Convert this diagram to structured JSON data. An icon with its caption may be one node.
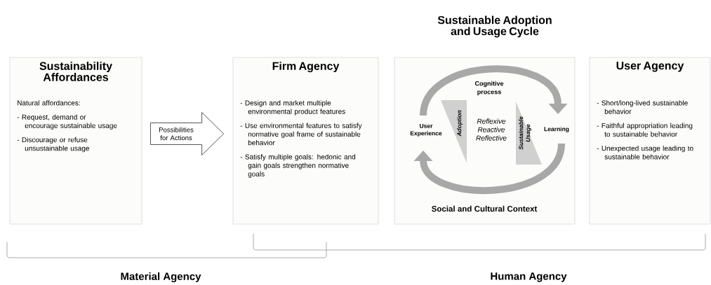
{
  "diagram": {
    "nodes": [
      {
        "text": [
          "Sustainability Affordances",
          "Natural affordances:",
          "- Request, demand or encourage sustainable usage",
          "- Discourage or refuse unsustainable usage"
        ]
      },
      {
        "text": [
          "Firm Agency",
          "- Design and market multiple environmental product features",
          "- Use environmental features to satisfy normative goal frame of sustainable behavior",
          "- Satisfy multiple goals: hedonic and gain goals strengthen normative goals"
        ]
      },
      {
        "text": [
          "Sustainable Adoption and Usage Cycle",
          "Cognitive process",
          "Reflexive Reactive Reflective",
          "Social and Cultural Context"
        ]
      },
      {
        "text": [
          "User Agency",
          "- Short/long-lived sustainable behavior",
          "- Faithful appropriation leading to sustainable behavior",
          "- Unexpected usage leading to sustainable behavior"
        ]
      },
      {
        "text": [
          "Adoption"
        ],
        "in": 2
      },
      {
        "text": [
          "Sustainable Usage"
        ],
        "in": 2
      },
      {
        "text": [
          "User Experience"
        ],
        "in": 2
      },
      {
        "text": [
          "Learning"
        ],
        "in": 2
      }
    ],
    "edges": [
      {
        "from": 0,
        "to": 1,
        "arrow": "to",
        "label": "Possibilities for Actions"
      },
      {
        "from": 6,
        "to": 7,
        "arrow": "to"
      },
      {
        "from": 7,
        "to": 6,
        "arrow": "to"
      }
    ],
    "labels": [
      "Material Agency",
      "Human Agency"
    ]
  }
}
